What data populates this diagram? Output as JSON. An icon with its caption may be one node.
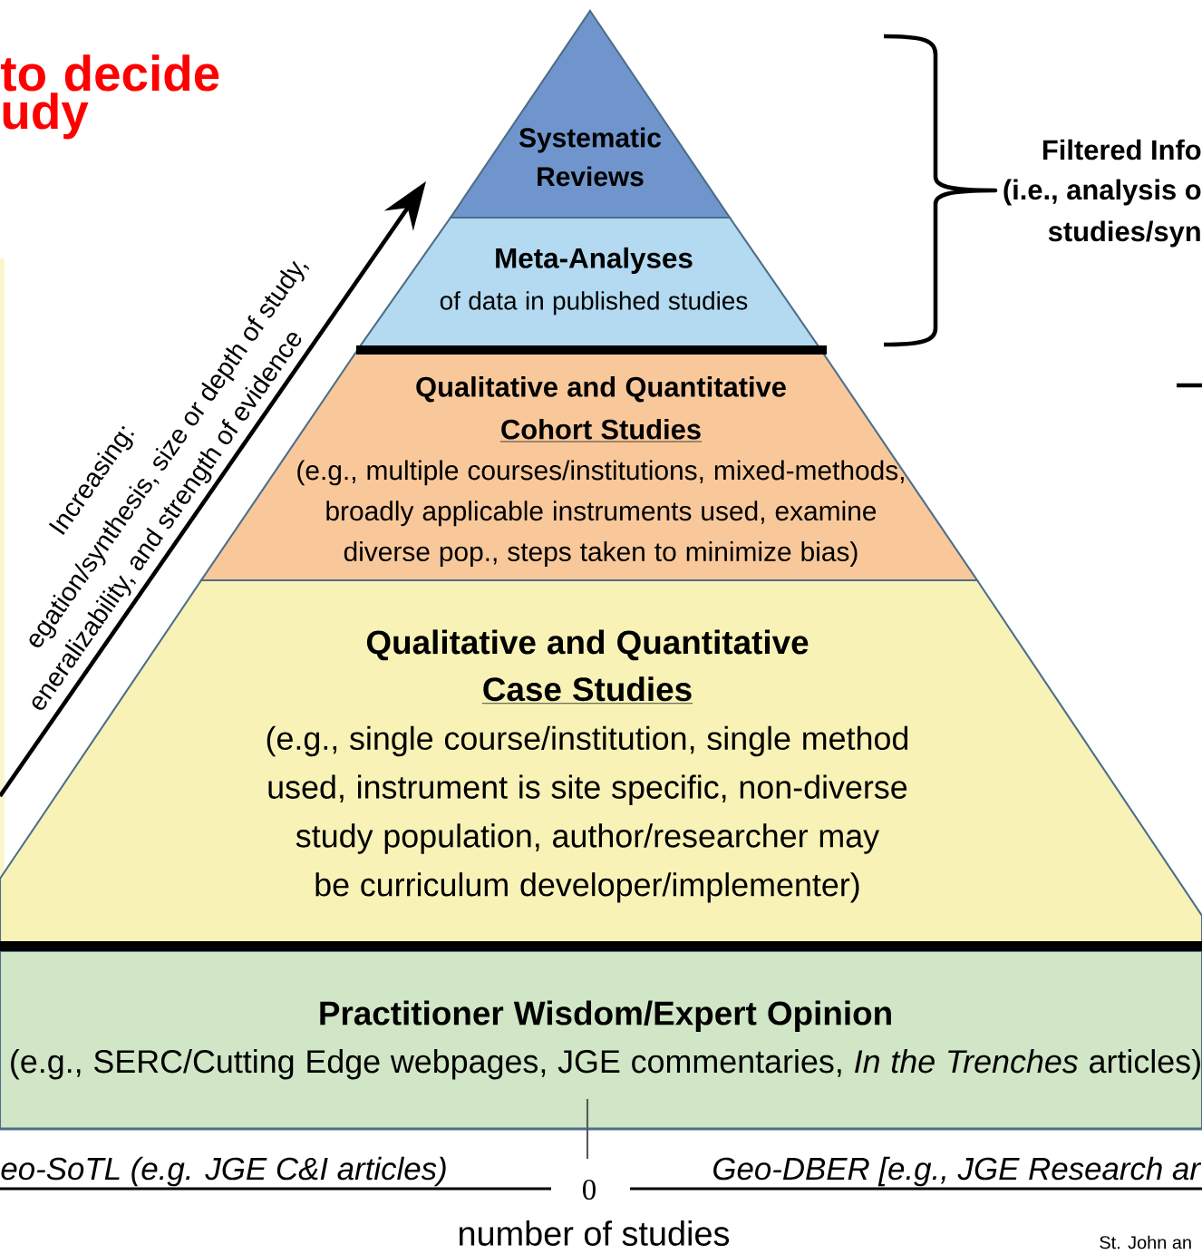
{
  "diagram": {
    "title": "to decide udy",
    "nodes": [
      {
        "text": [
          "Systematic Reviews"
        ]
      },
      {
        "text": [
          "Meta-Analyses",
          "of data in published studies"
        ]
      },
      {
        "text": [
          "Qualitative and Quantitative",
          "Cohort Studies",
          "(e.g., multiple courses/institutions, mixed-methods, broadly applicable instruments used, examine diverse pop., steps taken to minimize bias)"
        ]
      },
      {
        "text": [
          "Qualitative and Quantitative",
          "Case Studies",
          "(e.g., single course/institution, single method used, instrument is site specific, non-diverse study population, author/researcher may be curriculum developer/implementer)"
        ]
      },
      {
        "text": [
          "Practitioner Wisdom/Expert Opinion",
          "(e.g., SERC/Cutting Edge webpages, JGE commentaries, *In the Trenches* articles)"
        ]
      }
    ],
    "labels": [
      "Filtered Info",
      "(i.e., analysis o",
      "studies/syn",
      "Increasing:",
      "egation/synthesis, size or depth of study,",
      "eneralizability, and strength of evidence",
      "eo-SoTL (e.g. JGE C&I articles)",
      "0",
      "Geo-DBER [e.g., JGE Research ar",
      "number of studies",
      "St. John an"
    ]
  }
}
